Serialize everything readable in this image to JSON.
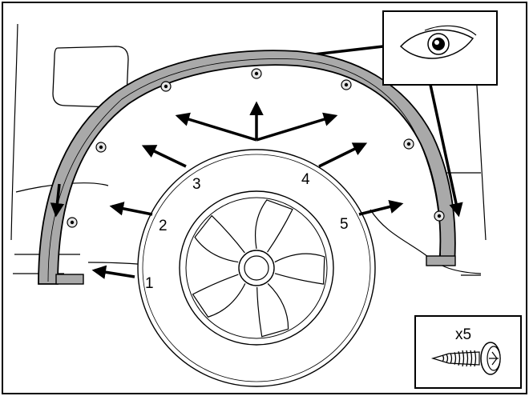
{
  "callouts": [
    {
      "id": "1",
      "label": "1"
    },
    {
      "id": "2",
      "label": "2"
    },
    {
      "id": "3",
      "label": "3"
    },
    {
      "id": "4",
      "label": "4"
    },
    {
      "id": "5",
      "label": "5"
    }
  ],
  "hardware": {
    "quantity_label": "x5",
    "icon": "screw-icon"
  },
  "inspect_inset": {
    "icon": "eye-icon"
  },
  "colors": {
    "line": "#000000",
    "flare_fill": "#a9a9a9",
    "background": "#ffffff"
  }
}
